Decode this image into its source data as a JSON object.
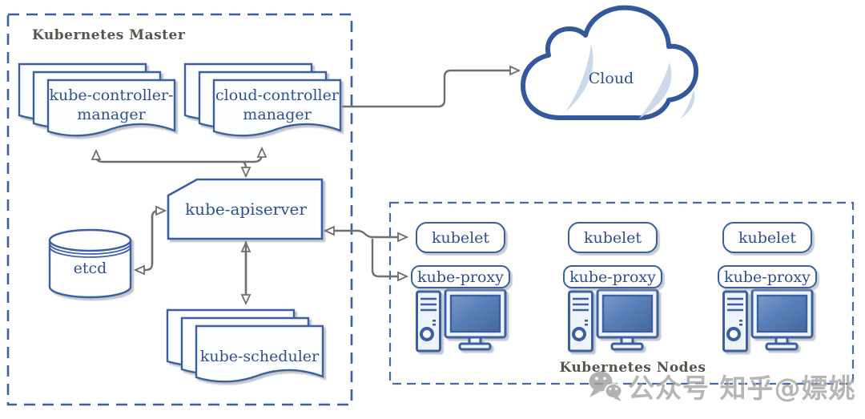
{
  "master": {
    "label": "Kubernetes Master",
    "controller_manager": {
      "line1": "kube-controller-",
      "line2": "manager"
    },
    "cloud_controller_manager": {
      "line1": "cloud-controller",
      "line2": "manager"
    },
    "apiserver": {
      "label": "kube-apiserver"
    },
    "etcd": {
      "label": "etcd"
    },
    "scheduler": {
      "label": "kube-scheduler"
    }
  },
  "cloud": {
    "label": "Cloud",
    "icon": "cloud-icon"
  },
  "nodes": {
    "label": "Kubernetes Nodes",
    "items": [
      {
        "kubelet": "kubelet",
        "kube_proxy": "kube-proxy",
        "icon": "computer-icon"
      },
      {
        "kubelet": "kubelet",
        "kube_proxy": "kube-proxy",
        "icon": "computer-icon"
      },
      {
        "kubelet": "kubelet",
        "kube_proxy": "kube-proxy",
        "icon": "computer-icon"
      }
    ]
  },
  "watermark": {
    "icon": "wechat-icon",
    "text": "公众号 知乎@嫖姚"
  },
  "colors": {
    "shape_border": "#3a5fa0",
    "shape_fill": "#fdfeff",
    "text_blue": "#2e5090",
    "arrow_gray": "#6f6f6f",
    "section_label_gray": "#55554d",
    "screen_blue": "#44699f",
    "cloud_shine": "#ccd9ea",
    "watermark_gray": "#9a9a9a"
  }
}
